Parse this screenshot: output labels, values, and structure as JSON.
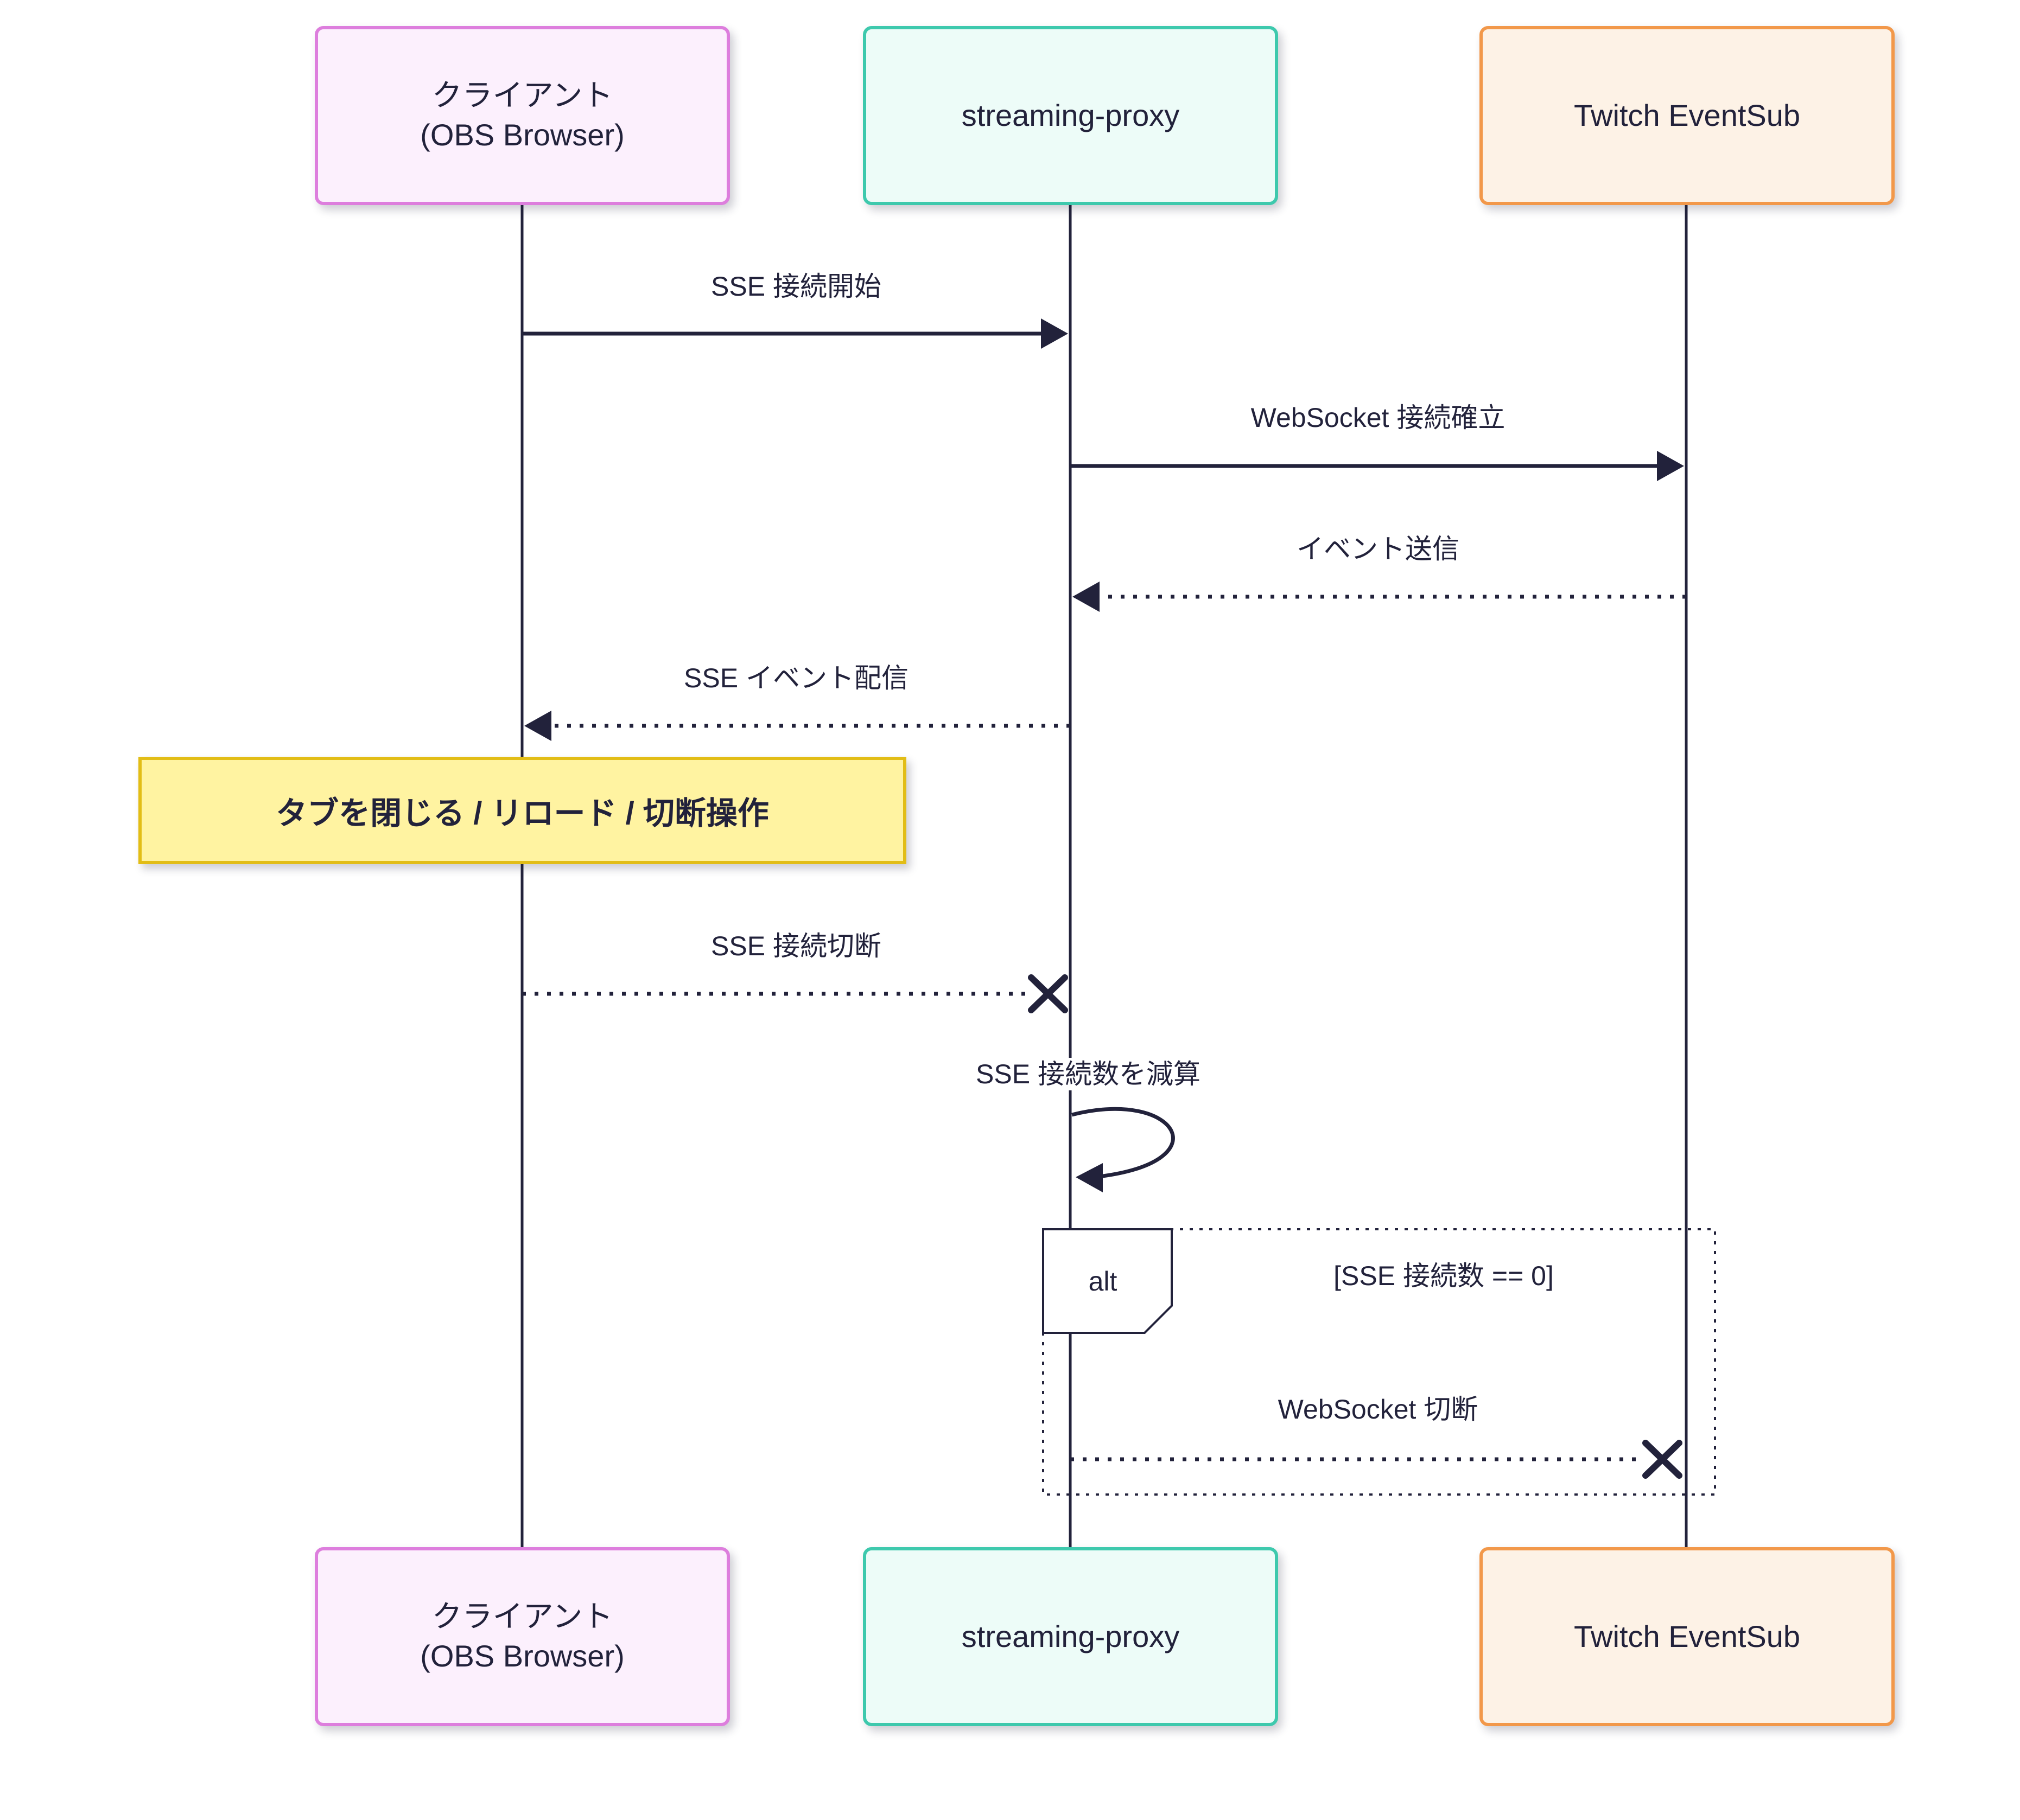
{
  "participants": [
    {
      "name": "client",
      "line1": "クライアント",
      "line2": "(OBS Browser)"
    },
    {
      "name": "proxy",
      "label": "streaming-proxy"
    },
    {
      "name": "twitch",
      "label": "Twitch EventSub"
    }
  ],
  "messages": {
    "sse_connect_start": "SSE 接続開始",
    "ws_establish": "WebSocket 接続確立",
    "event_send": "イベント送信",
    "sse_event_deliver": "SSE イベント配信",
    "sse_disconnect": "SSE 接続切断",
    "sse_count_decrement": "SSE 接続数を減算",
    "ws_disconnect": "WebSocket 切断"
  },
  "note": {
    "text": "タブを閉じる / リロード / 切断操作"
  },
  "alt_frame": {
    "label": "alt",
    "condition": "[SSE 接続数 == 0]"
  },
  "colors": {
    "text": "#22223b",
    "line": "#22223b",
    "client_fill": "#fcf0fd",
    "client_border": "#dd7edd",
    "proxy_fill": "#edfcf8",
    "proxy_border": "#3ec9ad",
    "twitch_fill": "#fdf2e6",
    "twitch_border": "#f2984a",
    "note_fill": "#fff3a1",
    "note_border": "#e2bd16"
  }
}
